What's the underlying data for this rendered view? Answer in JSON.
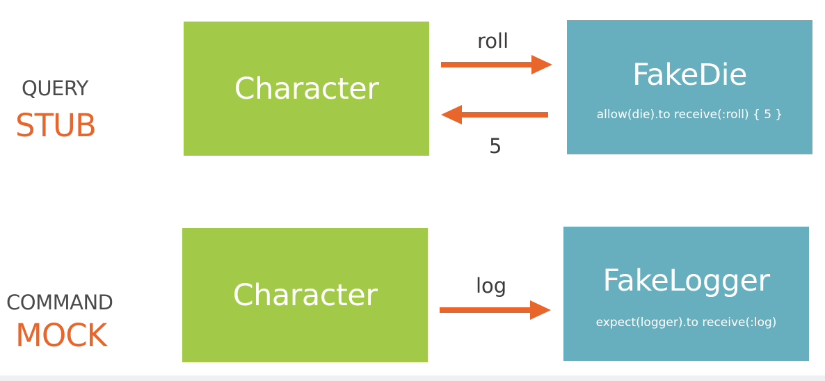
{
  "colors": {
    "accent_orange": "#e8662c",
    "character_green": "#a2c948",
    "fake_blue": "#67aebe",
    "label_gray": "#4a4a4a"
  },
  "stub_row": {
    "kind_label": "QUERY",
    "role_label": "STUB",
    "character_label": "Character",
    "outgoing_message": "roll",
    "return_value": "5",
    "fake_name": "FakeDie",
    "fake_code": "allow(die).to receive(:roll) { 5 }"
  },
  "mock_row": {
    "kind_label": "COMMAND",
    "role_label": "MOCK",
    "character_label": "Character",
    "outgoing_message": "log",
    "fake_name": "FakeLogger",
    "fake_code": "expect(logger).to receive(:log)"
  }
}
